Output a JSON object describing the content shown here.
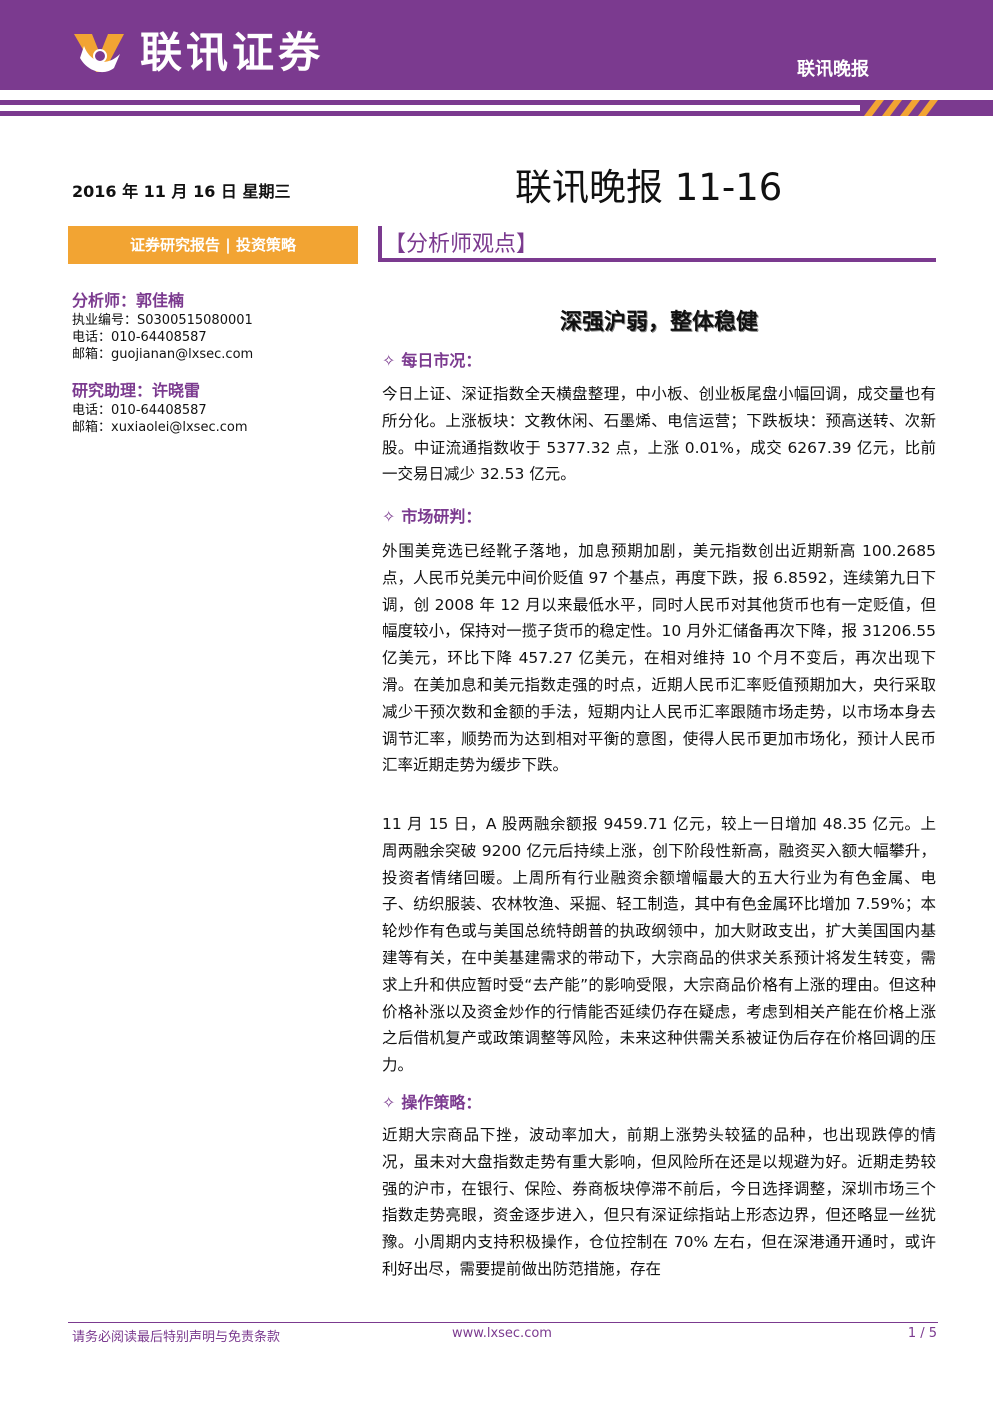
{
  "header": {
    "brand": "联讯证券",
    "right_label": "联讯晚报",
    "brand_color": "#7b3a8f",
    "accent_color": "#f2a433"
  },
  "title_block": {
    "date": "2016 年 11 月 16 日 星期三",
    "report_title": "联讯晚报 11-16"
  },
  "left_box": {
    "label": "证券研究报告 | 投资策略"
  },
  "section_label": "【分析师观点】",
  "analyst": {
    "role": "分析师：郭佳楠",
    "license": "执业编号：S0300515080001",
    "phone": "电话：010-64408587",
    "email": "邮箱：guojianan@lxsec.com"
  },
  "assistant": {
    "role": "研究助理：许晓雷",
    "phone": "电话：010-64408587",
    "email": "邮箱：xuxiaolei@lxsec.com"
  },
  "main": {
    "headline": "深强沪弱，整体稳健",
    "diamond": "✧",
    "sections": [
      {
        "heading": "每日市况：",
        "paragraphs": [
          "今日上证、深证指数全天横盘整理，中小板、创业板尾盘小幅回调，成交量也有所分化。上涨板块：文教休闲、石墨烯、电信运营；下跌板块：预高送转、次新股。中证流通指数收于 5377.32 点，上涨 0.01%，成交 6267.39 亿元，比前一交易日减少 32.53 亿元。"
        ]
      },
      {
        "heading": "市场研判：",
        "paragraphs": [
          "外围美竞选已经靴子落地，加息预期加剧，美元指数创出近期新高 100.2685 点，人民币兑美元中间价贬值 97 个基点，再度下跌，报 6.8592，连续第九日下调，创 2008 年 12 月以来最低水平，同时人民币对其他货币也有一定贬值，但幅度较小，保持对一揽子货币的稳定性。10 月外汇储备再次下降，报 31206.55 亿美元，环比下降 457.27 亿美元，在相对维持 10 个月不变后，再次出现下滑。在美加息和美元指数走强的时点，近期人民币汇率贬值预期加大，央行采取减少干预次数和金额的手法，短期内让人民币汇率跟随市场走势，以市场本身去调节汇率，顺势而为达到相对平衡的意图，使得人民币更加市场化，预计人民币汇率近期走势为缓步下跌。",
          "11 月 15 日，A 股两融余额报 9459.71 亿元，较上一日增加 48.35 亿元。上周两融余突破 9200 亿元后持续上涨，创下阶段性新高，融资买入额大幅攀升，投资者情绪回暖。上周所有行业融资余额增幅最大的五大行业为有色金属、电子、纺织服装、农林牧渔、采掘、轻工制造，其中有色金属环比增加 7.59%；本轮炒作有色或与美国总统特朗普的执政纲领中，加大财政支出，扩大美国国内基建等有关，在中美基建需求的带动下，大宗商品的供求关系预计将发生转变，需求上升和供应暂时受“去产能”的影响受限，大宗商品价格有上涨的理由。但这种价格补涨以及资金炒作的行情能否延续仍存在疑虑，考虑到相关产能在价格上涨之后借机复产或政策调整等风险，未来这种供需关系被证伪后存在价格回调的压力。"
        ]
      },
      {
        "heading": "操作策略：",
        "paragraphs": [
          "近期大宗商品下挫，波动率加大，前期上涨势头较猛的品种，也出现跌停的情况，虽未对大盘指数走势有重大影响，但风险所在还是以规避为好。近期走势较强的沪市，在银行、保险、券商板块停滞不前后，今日选择调整，深圳市场三个指数走势亮眼，资金逐步进入，但只有深证综指站上形态边界，但还略显一丝犹豫。小周期内支持积极操作，仓位控制在 70% 左右，但在深港通开通时，或许利好出尽，需要提前做出防范措施，存在"
        ]
      }
    ]
  },
  "footer": {
    "disclaimer": "请务必阅读最后特别声明与免责条款",
    "website": "www.lxsec.com",
    "page": "1 / 5"
  }
}
